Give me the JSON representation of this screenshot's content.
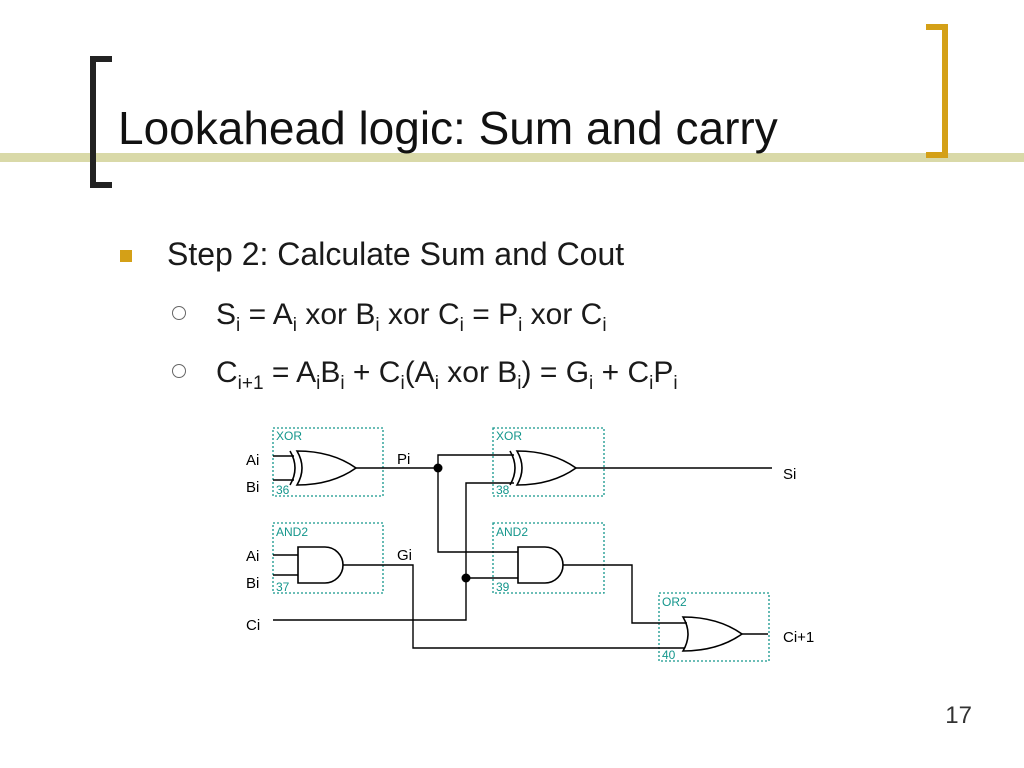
{
  "slide": {
    "title": "Lookahead logic: Sum and carry",
    "page_number": "17"
  },
  "bullets": {
    "level1": "Step 2: Calculate Sum and Cout",
    "eq1": {
      "s": "S",
      "s_sub": "i",
      "eq": " = A",
      "a_sub": "i",
      "xor1": " xor B",
      "b_sub": "i",
      "xor2": " xor C",
      "c_sub": "i",
      "eq2": " = P",
      "p_sub": "i",
      "xor3": " xor C",
      "c2_sub": "i"
    },
    "eq2": {
      "c": "C",
      "c_sub": "i+1",
      "eq": " = A",
      "a_sub": "i",
      "b": "B",
      "b_sub": "i",
      "plus": " + C",
      "c2_sub": "i",
      "paren": "(A",
      "a2_sub": "i",
      "xor": " xor B",
      "b2_sub": "i",
      "eqg": ") = G",
      "g_sub": "i",
      "plus2": " + C",
      "c3_sub": "i",
      "p": "P",
      "p_sub": "i"
    }
  },
  "diagram": {
    "signals": {
      "ai_top": "Ai",
      "bi_top": "Bi",
      "ai_bottom": "Ai",
      "bi_bottom": "Bi",
      "ci": "Ci",
      "pi": "Pi",
      "gi": "Gi",
      "si": "Si",
      "ci_plus_1": "Ci+1"
    },
    "gates": [
      {
        "type": "XOR",
        "number": "36"
      },
      {
        "type": "AND2",
        "number": "37"
      },
      {
        "type": "XOR",
        "number": "38"
      },
      {
        "type": "AND2",
        "number": "39"
      },
      {
        "type": "OR2",
        "number": "40"
      }
    ],
    "colors": {
      "box": "#14968c",
      "wire": "#000000"
    }
  },
  "colors": {
    "accent": "#d4a017",
    "band": "#d9d9a8"
  }
}
